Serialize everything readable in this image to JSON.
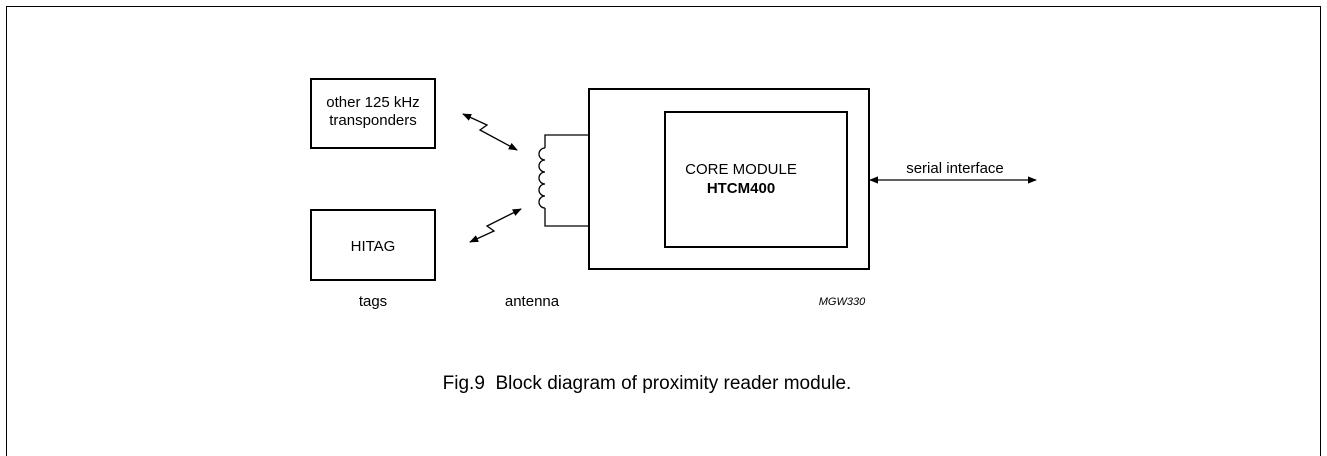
{
  "diagram": {
    "blocks": {
      "transponders": {
        "line1": "other 125 kHz",
        "line2": "transponders"
      },
      "hitag": {
        "label": "HITAG"
      },
      "core": {
        "line1": "CORE MODULE",
        "line2": "HTCM400"
      }
    },
    "labels": {
      "tags": "tags",
      "antenna": "antenna",
      "serial_interface": "serial interface",
      "code": "MGW330"
    }
  },
  "caption": "Fig.9  Block diagram of proximity reader module."
}
